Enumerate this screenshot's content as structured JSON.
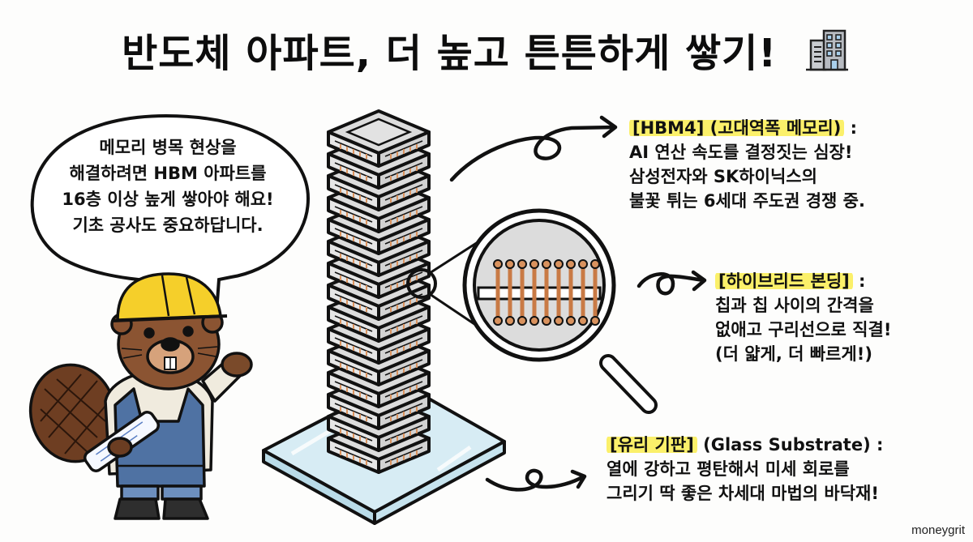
{
  "title": {
    "text": "반도체 아파트, 더 높고 튼튼하게 쌓기!",
    "icon": "office-building-icon"
  },
  "speech_bubble": {
    "speaker": "beaver construction worker",
    "lines": [
      "메모리 병목 현상을",
      "해결하려면 HBM 아파트를",
      "16층 이상 높게 쌓아야 해요!",
      "기초 공사도 중요하답니다."
    ]
  },
  "illustration": {
    "tower": "stacked HBM chip tower",
    "magnifier_detail": "hybrid bonding copper interconnects",
    "base": "glass substrate plate",
    "copper_pins": 9
  },
  "notes": [
    {
      "id": "hbm4",
      "highlight": "[HBM4] (고대역폭 메모리)",
      "suffix": " :",
      "lines": [
        "AI 연산 속도를 결정짓는 심장!",
        "삼성전자와 SK하이닉스의",
        "불꽃 튀는 6세대 주도권 경쟁 중."
      ]
    },
    {
      "id": "hybrid-bonding",
      "highlight": "[하이브리드 본딩]",
      "suffix": " :",
      "lines": [
        "칩과 칩 사이의 간격을",
        "없애고 구리선으로 직결!",
        "(더 얇게, 더 빠르게!)"
      ]
    },
    {
      "id": "glass-substrate",
      "highlight": "[유리 기판]",
      "suffix": " (Glass Substrate) :",
      "lines": [
        "열에 강하고 평탄해서 미세 회로를",
        "그리기 딱 좋은 차세대 마법의 바닥재!"
      ]
    }
  ],
  "colors": {
    "highlight": "#fbf06a",
    "chip_gray": "#d9d9d9",
    "copper": "#d9925e",
    "glass": "#cfe8f2",
    "helmet": "#f5cf2a",
    "fur": "#8b5432",
    "overalls": "#4f72a3"
  },
  "watermark": "moneygrit"
}
